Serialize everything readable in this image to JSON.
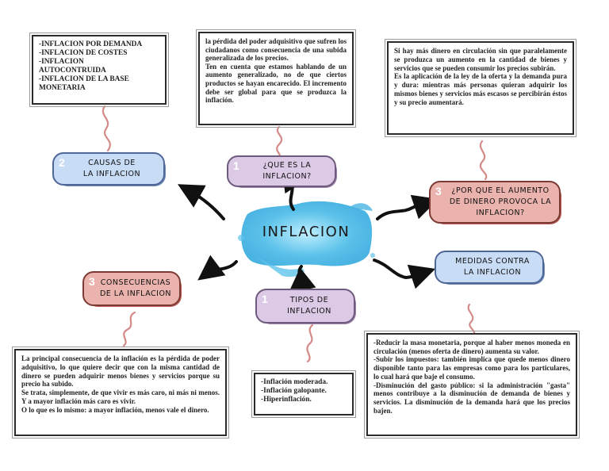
{
  "center": {
    "title": "INFLACION"
  },
  "topics": {
    "que_es": {
      "number": "1",
      "lines": [
        "¿QUE ES LA",
        "INFLACION?"
      ]
    },
    "causas": {
      "number": "2",
      "lines": [
        "CAUSAS DE",
        "LA INFLACION"
      ]
    },
    "por_que": {
      "number": "3",
      "lines": [
        "¿POR QUE EL AUMENTO",
        "DE DINERO PROVOCA LA",
        "INFLACION?"
      ]
    },
    "medidas": {
      "number": "",
      "lines": [
        "MEDIDAS CONTRA",
        "LA INFLACION"
      ]
    },
    "consecuencias": {
      "number": "3",
      "lines": [
        "CONSECUENCIAS",
        "DE LA INFLACION"
      ]
    },
    "tipos": {
      "number": "1",
      "lines": [
        "TIPOS DE",
        "INFLACION"
      ]
    }
  },
  "boxes": {
    "causas": [
      "-INFLACION POR DEMANDA",
      "-INFLACION DE COSTES",
      "-INFLACION",
      "AUTOCONTRUIDA",
      "-INFLACION DE LA BASE",
      "MONETARIA"
    ],
    "que_es": [
      "la pérdida del poder adquisitivo que sufren los ciudadanos como consecuencia de una subida generalizada de los precios.",
      "Ten en cuenta que estamos hablando de un aumento generalizado, no de que ciertos productos se hayan encarecido. El incremento debe ser global para que se produzca la inflación."
    ],
    "por_que": [
      "Si hay más dinero en circulación sin que paralelamente se produzca un aumento en la cantidad de bienes y servicios que se pueden consumir los precios subirán.",
      "Es la aplicación de la ley de la oferta y la demanda pura y dura: mientras más personas quieran adquirir los mismos bienes y servicios más escasos se percibirán éstos y su precio aumentará."
    ],
    "consecuencias": [
      "La principal consecuencia de la inflación es la pérdida de poder adquisitivo, lo que quiere decir que con la misma cantidad de dinero se pueden adquirir menos bienes y servicios porque su precio ha subido.",
      "Se trata, simplemente, de que vivir es más caro, ni más ni menos. Y a mayor inflación más caro es vivir.",
      "O lo que es lo mismo: a mayor inflación, menos vale el dinero."
    ],
    "tipos": [
      "-Inflación moderada.",
      "-Inflación galopante.",
      "-Hiperinflación."
    ],
    "medidas": [
      "-Reducir la masa monetaria, porque al haber menos moneda en circulación (menos oferta de dinero) aumenta su valor.",
      "-Subir los impuestos: también implica que quede menos dinero disponible tanto para las empresas como para los particulares, lo cual hará que baje el consumo.",
      "-Disminución del gasto público: si la administración \"gasta\" menos contribuye a la disminución de demanda de bienes y servicios. La disminución de la demanda hará que los precios bajen."
    ]
  },
  "colors": {
    "blue_pill": "#c9dcf6",
    "blue_shadow": "#6f86b8",
    "purple_pill": "#dcc9e6",
    "purple_shadow": "#9b83ab",
    "red_pill": "#eab3ad",
    "red_shadow": "#b85b54",
    "connector": "#d48a86",
    "watercolor": "#5fc3ea"
  }
}
